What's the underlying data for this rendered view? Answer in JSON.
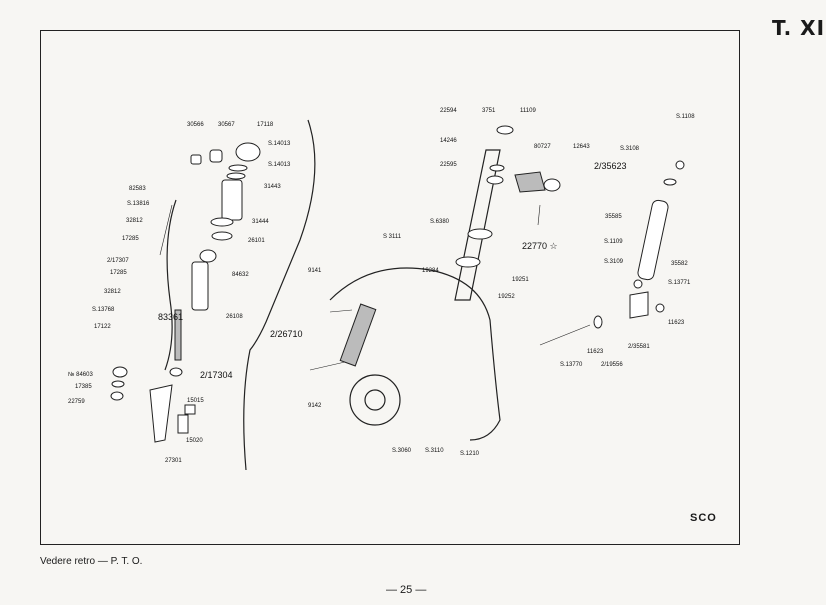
{
  "page_tag": "T. XI",
  "footer_note": "Vedere retro — P. T. O.",
  "page_number": "— 25 —",
  "corner_fragment": "SCO",
  "labels": {
    "l30566": "30566",
    "l30567": "30567",
    "l17118": "17118",
    "lS14013a": "S.14013",
    "lS14013b": "S.14013",
    "l31443": "31443",
    "l31444": "31444",
    "l26101": "26101",
    "l84632": "84632",
    "l26108": "26108",
    "l82583": "82583",
    "lS13816": "S.13816",
    "l32812a": "32812",
    "l17285a": "17285",
    "l2_17307": "2/17307",
    "l17285b": "17285",
    "l32812b": "32812",
    "lS13768": "S.13768",
    "l17122": "17122",
    "l83361": "83361",
    "l84603": "№ 84603",
    "l17385": "17385",
    "l22759": "22759",
    "l2_17304": "2/17304",
    "l15015": "15015",
    "l15020": "15020",
    "l27301": "27301",
    "l2_26710": "2/26710",
    "l9141": "9141",
    "l9142": "9142",
    "lS3111": "S 3111",
    "lS3060": "S.3060",
    "lS3110": "S.3110",
    "lS1210": "S.1210",
    "l22594": "22594",
    "l3751": "3751",
    "l11109": "11109",
    "l14246": "14246",
    "l22595": "22595",
    "l80727": "80727",
    "l12643": "12643",
    "lS6380": "S.6380",
    "l19284": "19284",
    "l19251": "19251",
    "l19252": "19252",
    "l22770": "22770 ☆",
    "lS1108": "S.1108",
    "lS3108": "S.3108",
    "l2_35623": "2/35623",
    "l35585": "35585",
    "lS1109": "S.1109",
    "lS3109": "S.3109",
    "l35582": "35582",
    "lS13771": "S.13771",
    "l11623a": "11623",
    "l11623b": "11623",
    "l2_35581": "2/35581",
    "lS13770": "S.13770",
    "l2_19556": "2/19556"
  }
}
